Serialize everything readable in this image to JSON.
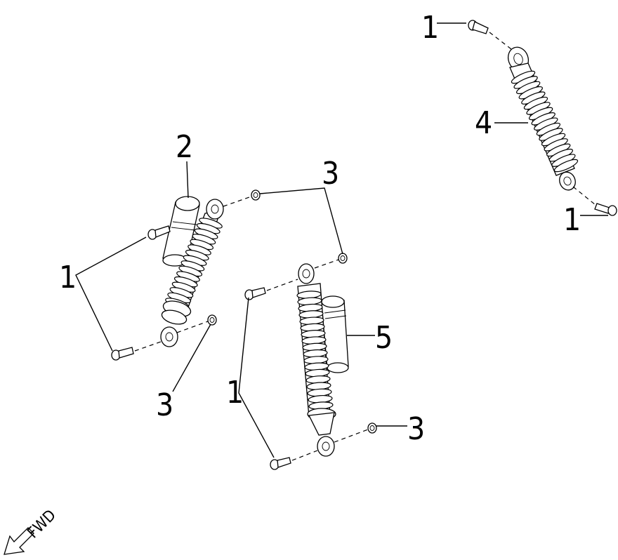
{
  "callouts": [
    {
      "id": "c1a",
      "label": "1"
    },
    {
      "id": "c1b",
      "label": "1"
    },
    {
      "id": "c1c",
      "label": "1"
    },
    {
      "id": "c1d",
      "label": "1"
    },
    {
      "id": "c2",
      "label": "2"
    },
    {
      "id": "c3a",
      "label": "3"
    },
    {
      "id": "c3b",
      "label": "3"
    },
    {
      "id": "c3c",
      "label": "3"
    },
    {
      "id": "c4",
      "label": "4"
    },
    {
      "id": "c5",
      "label": "5"
    }
  ],
  "direction_arrow": {
    "label": "FWD",
    "icon": "arrow-down-left-icon"
  }
}
